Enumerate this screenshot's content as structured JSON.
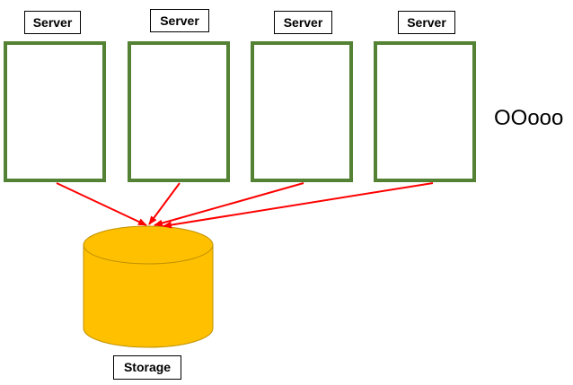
{
  "servers": [
    {
      "label": "Server"
    },
    {
      "label": "Server"
    },
    {
      "label": "Server"
    },
    {
      "label": "Server"
    }
  ],
  "more_indicator": "OOooo",
  "storage": {
    "label": "Storage"
  },
  "colors": {
    "server_border": "#548235",
    "storage_fill": "#FFC000",
    "storage_stroke": "#BF9000",
    "arrow": "#FF0000"
  }
}
